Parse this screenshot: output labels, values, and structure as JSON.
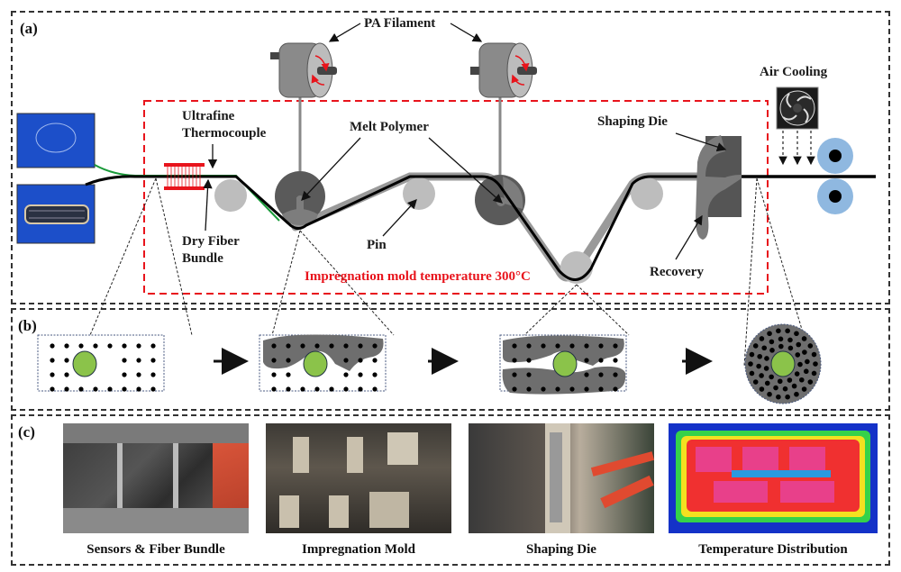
{
  "panels": {
    "a": {
      "label": "(a)",
      "labels": {
        "pa_filament": "PA Filament",
        "ultrafine_line1": "Ultrafine",
        "ultrafine_line2": "Thermocouple",
        "melt_polymer": "Melt Polymer",
        "dry_fiber_line1": "Dry Fiber",
        "dry_fiber_line2": "Bundle",
        "pin": "Pin",
        "shaping_die": "Shaping Die",
        "recovery": "Recovery",
        "air_cooling": "Air Cooling",
        "mold_temperature": "Impregnation mold temperature 300°C"
      },
      "icons": [
        "filament-spool-icon",
        "fan-icon",
        "thermocouple-sensor-icon",
        "pulling-roller-icon"
      ],
      "colors": {
        "mold_box": "#e8141c",
        "fiber": "#000000",
        "thermocouple_wire": "#1a9a3a",
        "roller": "#8fb8e0",
        "pin": "#bdbdbd",
        "melt": "#555555"
      }
    },
    "b": {
      "label": "(b)",
      "stages": [
        "dry fiber bundle cross-section",
        "partial melt coverage",
        "melt penetration",
        "fully impregnated round cross-section"
      ],
      "colors": {
        "thermocouple": "#8bc34a",
        "polymer": "#6e6e6e",
        "fiber": "#000000"
      }
    },
    "c": {
      "label": "(c)",
      "photos": [
        {
          "caption": "Sensors & Fiber Bundle"
        },
        {
          "caption": "Impregnation Mold"
        },
        {
          "caption": "Shaping Die"
        },
        {
          "caption": "Temperature Distribution"
        }
      ]
    }
  }
}
